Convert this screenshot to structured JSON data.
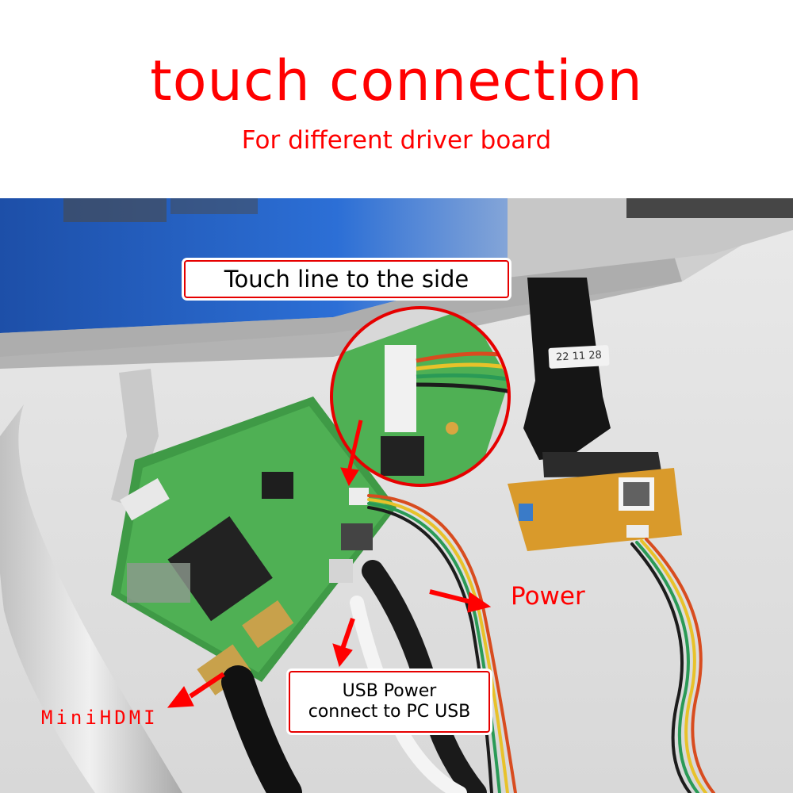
{
  "header": {
    "title": "touch connection",
    "subtitle": "For different driver board"
  },
  "callouts": {
    "touch_line": "Touch line to the side",
    "power": "Power",
    "usb_power_line1": "USB Power",
    "usb_power_line2": "connect to PC USB",
    "mini_hdmi": "MiniHDMI"
  },
  "photo": {
    "cable_label": "22 11 28"
  },
  "colors": {
    "accent_red": "#ff0000",
    "board_green": "#3f9a46",
    "adapter_orange": "#d99a2b"
  },
  "icons": [
    "arrow-icon",
    "magnifier-circle-icon"
  ]
}
